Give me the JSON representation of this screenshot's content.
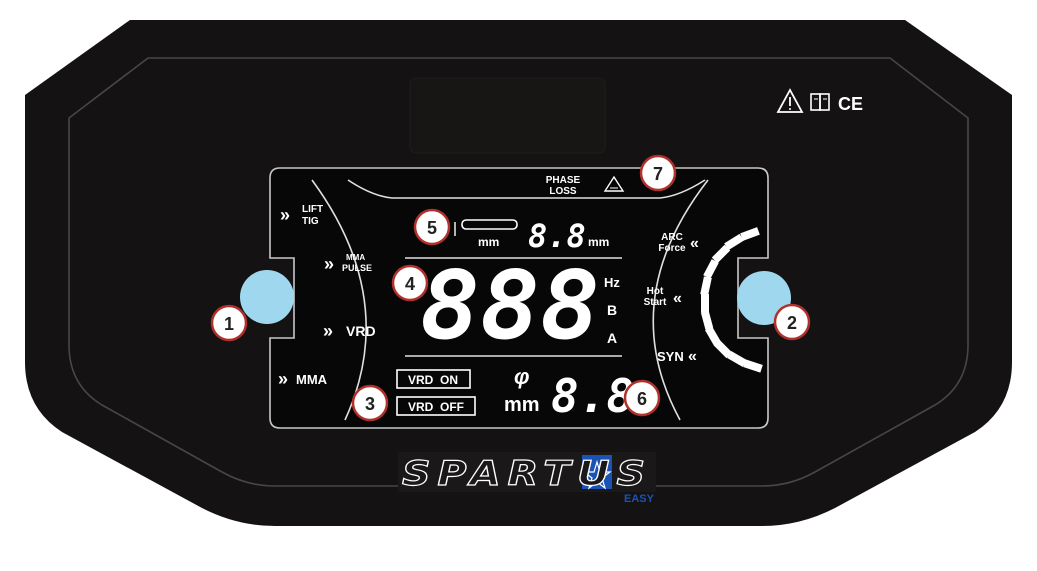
{
  "colors": {
    "panel": "#141212",
    "screen": "#070707",
    "knob": "#9fd8ee",
    "badge_border": "#b0302a",
    "brand_blue": "#1b53b4"
  },
  "panel": {
    "icons": [
      "warning-icon",
      "manual-book-icon",
      "ce-mark-icon"
    ],
    "ce_text": "CE"
  },
  "modes": {
    "lift_tig_1": "LIFT",
    "lift_tig_2": "TIG",
    "mma_pulse_1": "MMA",
    "mma_pulse_2": "PULSE",
    "vrd": "VRD",
    "mma": "MMA",
    "arrow": "»"
  },
  "right_modes": {
    "arc_force_1": "ARC",
    "arc_force_2": "Force",
    "hot_start_1": "Hot",
    "hot_start_2": "Start",
    "syn": "SYN",
    "arrow": "«"
  },
  "phase_loss": {
    "line1": "PHASE",
    "line2": "LOSS"
  },
  "electrode": {
    "unit_left": "mm",
    "value": "8.8",
    "unit_right": "mm"
  },
  "main_display": {
    "value": "888",
    "unit_hz": "Hz",
    "unit_b": "B",
    "unit_a": "A"
  },
  "vrd_status": {
    "on": "VRD  ON",
    "off": "VRD  OFF"
  },
  "diameter": {
    "symbol": "φ",
    "unit": "mm",
    "value": "8.8"
  },
  "brand": {
    "name": "SPARTUS",
    "sub": "EASY"
  },
  "callouts": [
    "1",
    "2",
    "3",
    "4",
    "5",
    "6",
    "7"
  ]
}
